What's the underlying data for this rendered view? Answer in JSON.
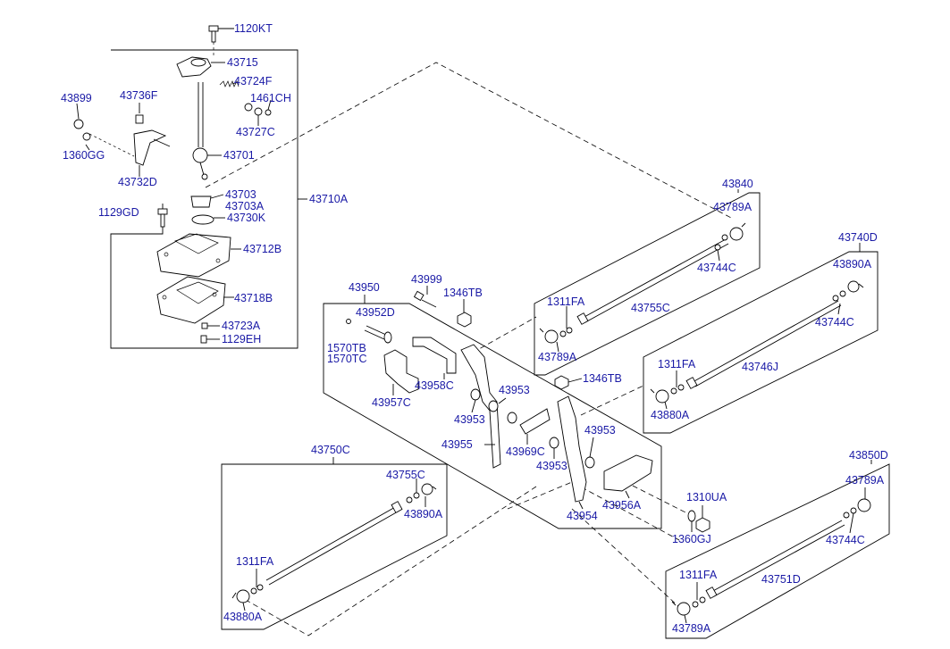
{
  "colors": {
    "label": "#1a1aa6",
    "line": "#000000",
    "background": "#ffffff"
  },
  "labels": {
    "p1120KT": "1120KT",
    "p43715": "43715",
    "p43724F": "43724F",
    "p1461CH": "1461CH",
    "p43727C": "43727C",
    "p43736F": "43736F",
    "p43899": "43899",
    "p1360GG": "1360GG",
    "p43732D": "43732D",
    "p43701": "43701",
    "p43703": "43703",
    "p43703A": "43703A",
    "p43730K": "43730K",
    "p43710A": "43710A",
    "p1129GD": "1129GD",
    "p43712B": "43712B",
    "p43718B": "43718B",
    "p43723A": "43723A",
    "p1129EH": "1129EH",
    "p43840": "43840",
    "p43789A_1": "43789A",
    "p43744C_1": "43744C",
    "p43755C_1": "43755C",
    "p1311FA_1": "1311FA",
    "p43789A_2": "43789A",
    "p43740D": "43740D",
    "p43890A_1": "43890A",
    "p43744C_2": "43744C",
    "p1311FA_2": "1311FA",
    "p43746J": "43746J",
    "p43880A_1": "43880A",
    "p43950": "43950",
    "p43999": "43999",
    "p1346TB_1": "1346TB",
    "p43952D": "43952D",
    "p1570TB": "1570TB",
    "p1570TC": "1570TC",
    "p43958C": "43958C",
    "p43957C": "43957C",
    "p43953_1": "43953",
    "p43953_2": "43953",
    "p1346TB_2": "1346TB",
    "p43955": "43955",
    "p43969C": "43969C",
    "p43953_3": "43953",
    "p43953_4": "43953",
    "p43956A": "43956A",
    "p43954": "43954",
    "p1310UA": "1310UA",
    "p1360GJ": "1360GJ",
    "p43750C": "43750C",
    "p43755C_2": "43755C",
    "p43890A_2": "43890A",
    "p1311FA_3": "1311FA",
    "p43880A_2": "43880A",
    "p43850D": "43850D",
    "p43789A_3": "43789A",
    "p43744C_3": "43744C",
    "p1311FA_4": "1311FA",
    "p43751D": "43751D",
    "p43789A_4": "43789A"
  }
}
